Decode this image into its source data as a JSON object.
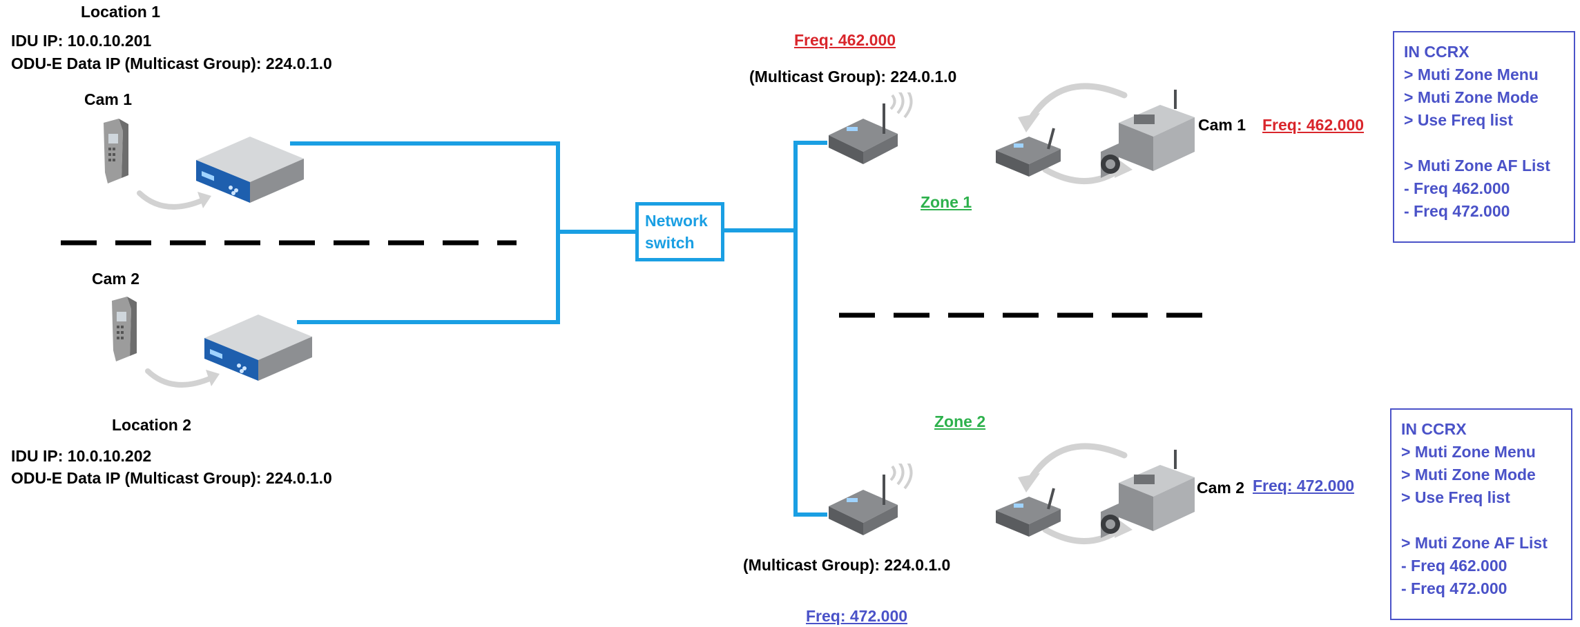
{
  "left": {
    "location1": {
      "title": "Location 1",
      "idu_ip": "IDU IP: 10.0.10.201",
      "odu_ip": "ODU-E Data IP (Multicast Group): 224.0.1.0",
      "cam_label": "Cam 1"
    },
    "location2": {
      "title": "Location 2",
      "idu_ip": "IDU IP: 10.0.10.202",
      "odu_ip": "ODU-E Data IP (Multicast Group): 224.0.1.0",
      "cam_label": "Cam 2"
    }
  },
  "switch": {
    "line1": "Network",
    "line2": "switch"
  },
  "zone1": {
    "freq_top": "Freq: 462.000",
    "multicast": "(Multicast Group): 224.0.1.0",
    "zone_label": "Zone 1",
    "cam_label": "Cam 1",
    "cam_freq": "Freq: 462.000"
  },
  "zone2": {
    "zone_label": "Zone 2",
    "multicast": "(Multicast Group): 224.0.1.0",
    "freq_bottom": "Freq: 472.000",
    "cam_label": "Cam 2",
    "cam_freq": "Freq: 472.000"
  },
  "panel_top": {
    "lines": [
      "IN CCRX",
      "> Muti Zone Menu",
      "> Muti Zone Mode",
      "> Use Freq list",
      "> Muti Zone AF List",
      "- Freq 462.000",
      "- Freq 472.000"
    ]
  },
  "panel_bottom": {
    "lines": [
      "IN CCRX",
      "> Muti Zone Menu",
      "> Muti Zone Mode",
      "> Use Freq list",
      "> Muti Zone AF List",
      "- Freq 462.000",
      "- Freq 472.000"
    ]
  },
  "colors": {
    "wire": "#1a9fe3",
    "freq_red": "#d9252b",
    "freq_blue": "#4a52c8",
    "zone_green": "#2db14c",
    "panel_border": "#4a52c8"
  },
  "icons": [
    "idu-unit-icon",
    "handheld-transmitter-icon",
    "wireless-receiver-icon",
    "camera-icon",
    "curved-arrow-icon"
  ]
}
